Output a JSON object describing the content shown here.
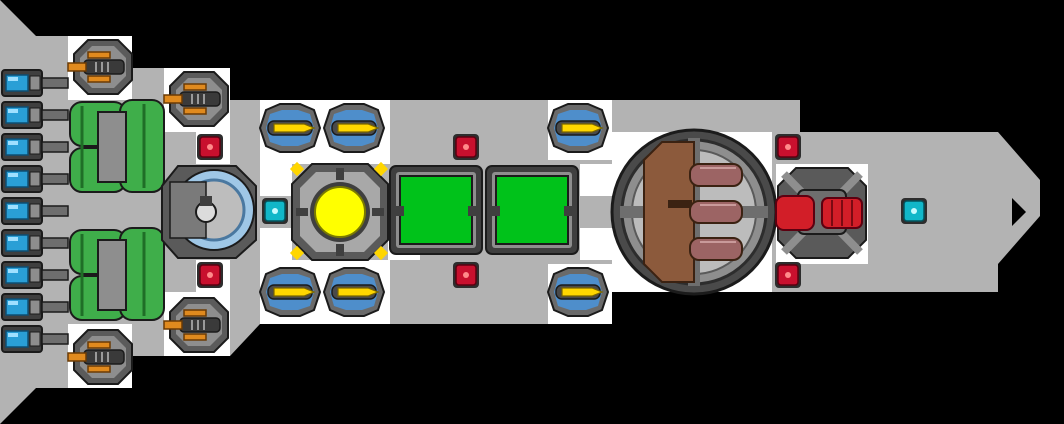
{
  "palette": {
    "space": "#000000",
    "hull": "#b3b3b3",
    "floor_light": "#ffffff",
    "floor_dark": "#dedede",
    "metal_dark": "#3f3f3f",
    "metal_mid": "#6e6e6e",
    "metal_light": "#9c9c9c",
    "engine_blue": "#2a9fd6",
    "fuel_green": "#3fae4a",
    "weapon_orange": "#e08a1e",
    "thruster_yellow": "#ffd600",
    "system_red": "#c8102e",
    "system_cyan": "#11b7c9",
    "core_yellow": "#ffff00",
    "panel_green": "#00c21a",
    "cannon_bronze": "#8c5a3c",
    "cannon_pink": "#9c6464",
    "missile_red": "#d21e28"
  },
  "ship": {
    "engines": [
      "engine-cell",
      "engine-cell",
      "engine-cell",
      "engine-cell",
      "engine-cell",
      "engine-cell",
      "engine-cell",
      "engine-cell",
      "engine-cell"
    ],
    "fuel_tanks": [
      "fuel-tank-upper",
      "fuel-tank-lower"
    ],
    "side_turrets": [
      "turret",
      "turret",
      "turret",
      "turret"
    ],
    "thrusters": [
      "thruster",
      "thruster",
      "thruster",
      "thruster",
      "thruster",
      "thruster"
    ],
    "red_modules": [
      "red-module",
      "red-module",
      "red-module",
      "red-module",
      "red-module",
      "red-module"
    ],
    "cyan_modules": [
      "cyan-module",
      "cyan-module"
    ],
    "core": "reactor-core",
    "panels": [
      "green-panel",
      "green-panel"
    ],
    "main_weapon": "triple-cannon-turret",
    "front_weapon": "red-missile-launcher"
  }
}
